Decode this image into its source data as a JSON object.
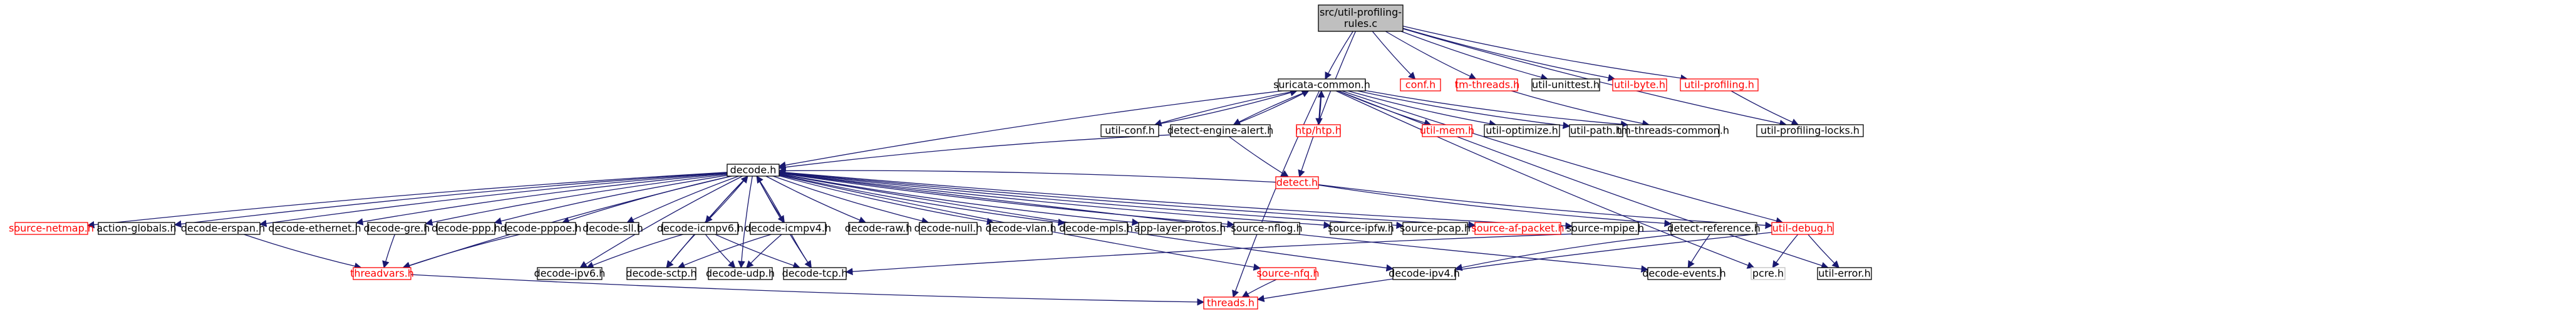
{
  "nodes": [
    {
      "id": "root",
      "lines": [
        "src/util-profiling-",
        "rules.c"
      ],
      "kind": "root"
    },
    {
      "id": "sc",
      "lines": [
        "suricata-common.h"
      ],
      "kind": "normal"
    },
    {
      "id": "conf",
      "lines": [
        "conf.h"
      ],
      "kind": "missing"
    },
    {
      "id": "tmthreads",
      "lines": [
        "tm-threads.h"
      ],
      "kind": "missing"
    },
    {
      "id": "unittest",
      "lines": [
        "util-unittest.h"
      ],
      "kind": "normal"
    },
    {
      "id": "byte",
      "lines": [
        "util-byte.h"
      ],
      "kind": "missing"
    },
    {
      "id": "profh",
      "lines": [
        "util-profiling.h"
      ],
      "kind": "missing"
    },
    {
      "id": "uconf",
      "lines": [
        "util-conf.h"
      ],
      "kind": "normal"
    },
    {
      "id": "dea",
      "lines": [
        "detect-engine-alert.h"
      ],
      "kind": "normal"
    },
    {
      "id": "htp",
      "lines": [
        "htp/htp.h"
      ],
      "kind": "missing"
    },
    {
      "id": "mem",
      "lines": [
        "util-mem.h"
      ],
      "kind": "missing"
    },
    {
      "id": "opt",
      "lines": [
        "util-optimize.h"
      ],
      "kind": "normal"
    },
    {
      "id": "path",
      "lines": [
        "util-path.h"
      ],
      "kind": "normal"
    },
    {
      "id": "tmc",
      "lines": [
        "tm-threads-common.h"
      ],
      "kind": "normal"
    },
    {
      "id": "locks",
      "lines": [
        "util-profiling-locks.h"
      ],
      "kind": "normal"
    },
    {
      "id": "decode",
      "lines": [
        "decode.h"
      ],
      "kind": "normal"
    },
    {
      "id": "detect",
      "lines": [
        "detect.h"
      ],
      "kind": "missing"
    },
    {
      "id": "netmap",
      "lines": [
        "source-netmap.h"
      ],
      "kind": "missing"
    },
    {
      "id": "actg",
      "lines": [
        "action-globals.h"
      ],
      "kind": "normal"
    },
    {
      "id": "erspan",
      "lines": [
        "decode-erspan.h"
      ],
      "kind": "normal"
    },
    {
      "id": "eth",
      "lines": [
        "decode-ethernet.h"
      ],
      "kind": "normal"
    },
    {
      "id": "gre",
      "lines": [
        "decode-gre.h"
      ],
      "kind": "normal"
    },
    {
      "id": "ppp",
      "lines": [
        "decode-ppp.h"
      ],
      "kind": "normal"
    },
    {
      "id": "pppoe",
      "lines": [
        "decode-pppoe.h"
      ],
      "kind": "normal"
    },
    {
      "id": "sll",
      "lines": [
        "decode-sll.h"
      ],
      "kind": "normal"
    },
    {
      "id": "icmpv6",
      "lines": [
        "decode-icmpv6.h"
      ],
      "kind": "normal"
    },
    {
      "id": "icmpv4",
      "lines": [
        "decode-icmpv4.h"
      ],
      "kind": "normal"
    },
    {
      "id": "raw",
      "lines": [
        "decode-raw.h"
      ],
      "kind": "normal"
    },
    {
      "id": "null",
      "lines": [
        "decode-null.h"
      ],
      "kind": "normal"
    },
    {
      "id": "vlan",
      "lines": [
        "decode-vlan.h"
      ],
      "kind": "normal"
    },
    {
      "id": "mpls",
      "lines": [
        "decode-mpls.h"
      ],
      "kind": "normal"
    },
    {
      "id": "alp",
      "lines": [
        "app-layer-protos.h"
      ],
      "kind": "normal"
    },
    {
      "id": "nflog",
      "lines": [
        "source-nflog.h"
      ],
      "kind": "normal"
    },
    {
      "id": "ipfw",
      "lines": [
        "source-ipfw.h"
      ],
      "kind": "normal"
    },
    {
      "id": "pcap",
      "lines": [
        "source-pcap.h"
      ],
      "kind": "normal"
    },
    {
      "id": "afp",
      "lines": [
        "source-af-packet.h"
      ],
      "kind": "missing"
    },
    {
      "id": "mpipe",
      "lines": [
        "source-mpipe.h"
      ],
      "kind": "normal"
    },
    {
      "id": "dref",
      "lines": [
        "detect-reference.h"
      ],
      "kind": "normal"
    },
    {
      "id": "udebug",
      "lines": [
        "util-debug.h"
      ],
      "kind": "missing"
    },
    {
      "id": "tv",
      "lines": [
        "threadvars.h"
      ],
      "kind": "missing"
    },
    {
      "id": "ipv6",
      "lines": [
        "decode-ipv6.h"
      ],
      "kind": "normal"
    },
    {
      "id": "sctp",
      "lines": [
        "decode-sctp.h"
      ],
      "kind": "normal"
    },
    {
      "id": "udp",
      "lines": [
        "decode-udp.h"
      ],
      "kind": "normal"
    },
    {
      "id": "tcp",
      "lines": [
        "decode-tcp.h"
      ],
      "kind": "normal"
    },
    {
      "id": "nfq",
      "lines": [
        "source-nfq.h"
      ],
      "kind": "missing"
    },
    {
      "id": "ipv4",
      "lines": [
        "decode-ipv4.h"
      ],
      "kind": "normal"
    },
    {
      "id": "events",
      "lines": [
        "decode-events.h"
      ],
      "kind": "normal"
    },
    {
      "id": "pcre",
      "lines": [
        "pcre.h"
      ],
      "kind": "unknown"
    },
    {
      "id": "uerr",
      "lines": [
        "util-error.h"
      ],
      "kind": "normal"
    },
    {
      "id": "threads",
      "lines": [
        "threads.h"
      ],
      "kind": "missing"
    }
  ],
  "colors": {
    "root_fill": "#bfbfbf",
    "normal_border": "#000000",
    "missing_border": "#ff0000",
    "unknown_border": "#bfbfbf",
    "normal_text": "#000000",
    "missing_text": "#ff0000",
    "edge": "#191970"
  }
}
